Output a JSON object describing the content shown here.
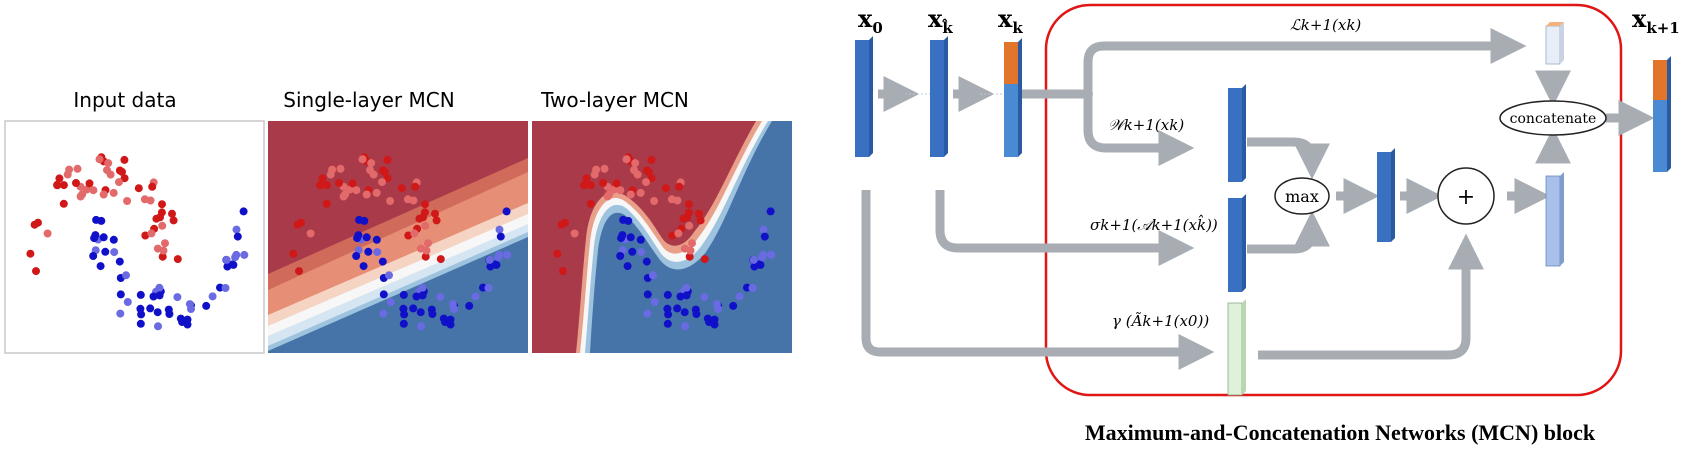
{
  "panels": {
    "input_title": "Input data",
    "single_title": "Single-layer MCN",
    "two_title": "Two-layer MCN"
  },
  "colors": {
    "red_region": "#a83a4a",
    "blue_region": "#4673a8",
    "red_point": "#d01818",
    "blue_point": "#1010c8",
    "arrow": "#a8adb3",
    "block_border": "#e01515"
  },
  "diagram": {
    "x0": "x",
    "x0_sub": "0",
    "xkhat": "x",
    "xkhat_sub": "k̂",
    "xk": "x",
    "xk_sub": "k",
    "xk1": "x",
    "xk1_sub": "k+1",
    "L_label": "ℒk+1(xk)",
    "W_label": "𝒲k+1(xk)",
    "sigma_label": "σk+1(𝒜k+1(xk̂))",
    "gamma_label": "γ (Ãk+1(x0))",
    "max_label": "max",
    "plus_label": "+",
    "concat_label": "concatenate"
  },
  "caption": "Maximum-and-Concatenation Networks (MCN) block"
}
